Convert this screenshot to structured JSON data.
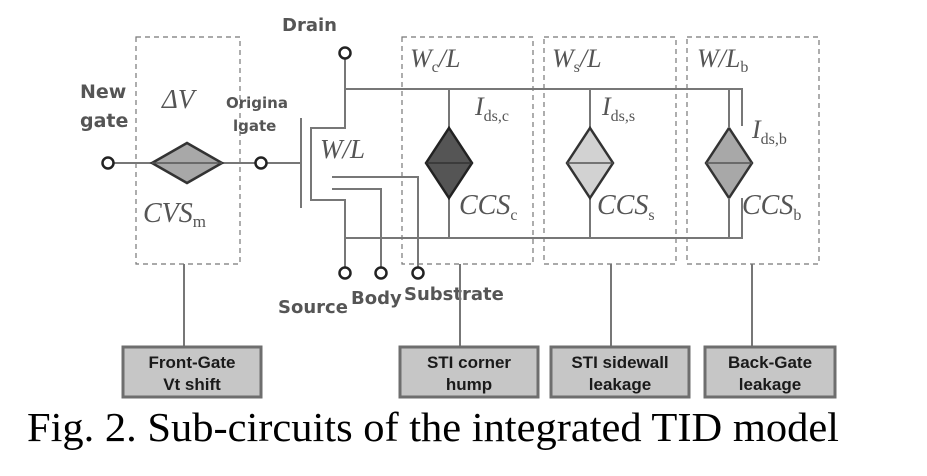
{
  "diagram": {
    "terminals": {
      "new_gate": [
        "New",
        "gate"
      ],
      "original_gate": [
        "Origina",
        "lgate"
      ],
      "drain": "Drain",
      "source": "Source",
      "body": "Body",
      "substrate": "Substrate"
    },
    "transistor": {
      "ratio": "W/L"
    },
    "blocks": [
      {
        "id": "cvs",
        "symbol_top": "ΔV",
        "symbol_main": "CVS",
        "symbol_sub": "m",
        "fill": "#a8a8a8",
        "label": [
          "Front-Gate",
          "Vt shift"
        ]
      },
      {
        "id": "ccs_c",
        "ratio_main": "W",
        "ratio_sub": "c",
        "ratio_tail": "/L",
        "current_main": "I",
        "current_sub": "ds,c",
        "source_main": "CCS",
        "source_sub": "c",
        "fill": "#555555",
        "label": [
          "STI corner",
          "hump"
        ]
      },
      {
        "id": "ccs_s",
        "ratio_main": "W",
        "ratio_sub": "s",
        "ratio_tail": "/L",
        "current_main": "I",
        "current_sub": "ds,s",
        "source_main": "CCS",
        "source_sub": "s",
        "fill": "#d2d2d2",
        "label": [
          "STI sidewall",
          "leakage"
        ]
      },
      {
        "id": "ccs_b",
        "ratio_main": "W/L",
        "ratio_sub": "b",
        "ratio_tail": "",
        "current_main": "I",
        "current_sub": "ds,b",
        "source_main": "CCS",
        "source_sub": "b",
        "fill": "#a8a8a8",
        "label": [
          "Back-Gate",
          "leakage"
        ]
      }
    ],
    "caption": "Fig. 2. Sub-circuits of the integrated TID model"
  }
}
